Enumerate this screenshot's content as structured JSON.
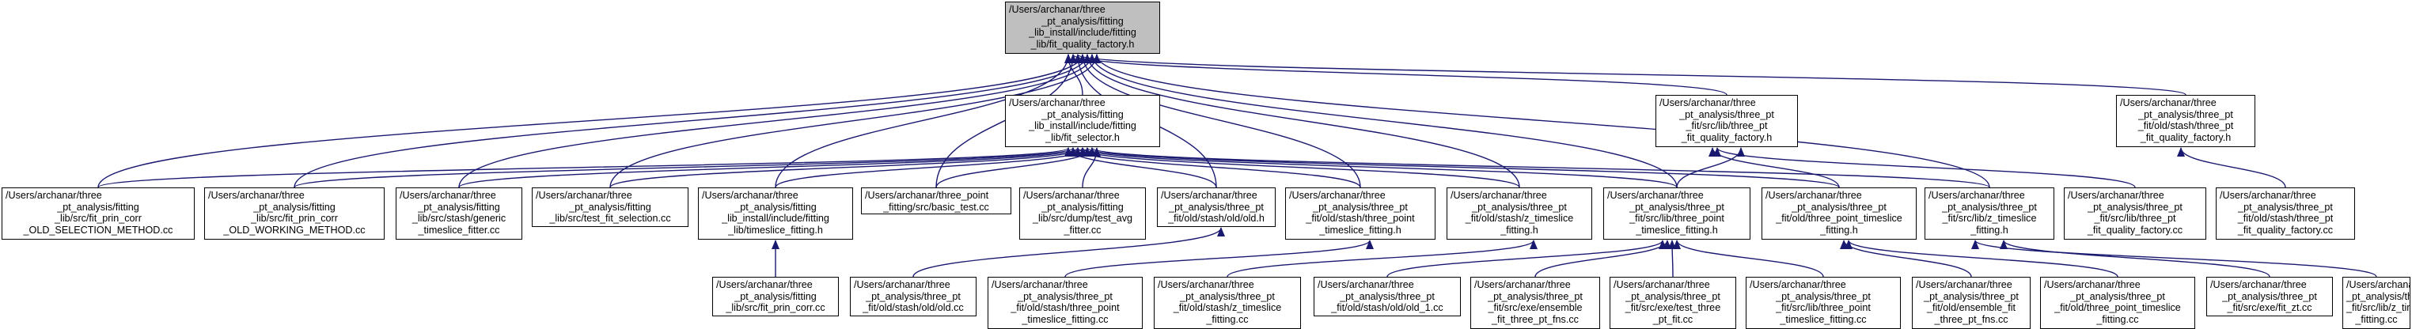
{
  "colors": {
    "edge": "#191970",
    "root_fill": "#bfbfbf",
    "node_fill": "#ffffff",
    "border": "#000000"
  },
  "nodes": [
    {
      "id": "root",
      "lines": [
        "/Users/archanar/three",
        "_pt_analysis/fitting",
        "_lib_install/include/fitting",
        "_lib/fit_quality_factory.h"
      ],
      "root": true
    },
    {
      "id": "selector_h",
      "lines": [
        "/Users/archanar/three",
        "_pt_analysis/fitting",
        "_lib_install/include/fitting",
        "_lib/fit_selector.h"
      ]
    },
    {
      "id": "tpf_fqf",
      "lines": [
        "/Users/archanar/three",
        "_pt_analysis/three_pt",
        "_fit/src/lib/three_pt",
        "_fit_quality_factory.h"
      ]
    },
    {
      "id": "old_tpf_fqf",
      "lines": [
        "/Users/archanar/three",
        "_pt_analysis/three_pt",
        "_fit/old/stash/three_pt",
        "_fit_quality_factory.h"
      ]
    },
    {
      "id": "old_sel",
      "lines": [
        "/Users/archanar/three",
        "_pt_analysis/fitting",
        "_lib/src/fit_prin_corr",
        "_OLD_SELECTION_METHOD.cc"
      ]
    },
    {
      "id": "old_work",
      "lines": [
        "/Users/archanar/three",
        "_pt_analysis/fitting",
        "_lib/src/fit_prin_corr",
        "_OLD_WORKING_METHOD.cc"
      ]
    },
    {
      "id": "generic",
      "lines": [
        "/Users/archanar/three",
        "_pt_analysis/fitting",
        "_lib/src/stash/generic",
        "_timeslice_fitter.cc"
      ]
    },
    {
      "id": "test_sel",
      "lines": [
        "/Users/archanar/three",
        "_pt_analysis/fitting",
        "_lib/src/test_fit_selection.cc"
      ]
    },
    {
      "id": "ts_fit_h",
      "lines": [
        "/Users/archanar/three",
        "_pt_analysis/fitting",
        "_lib_install/include/fitting",
        "_lib/timeslice_fitting.h"
      ]
    },
    {
      "id": "basic",
      "lines": [
        "/Users/archanar/three_point",
        "_fitting/src/basic_test.cc"
      ]
    },
    {
      "id": "dump",
      "lines": [
        "/Users/archanar/three",
        "_pt_analysis/fitting",
        "_lib/src/dump/test_avg",
        "_fitter.cc"
      ]
    },
    {
      "id": "old_h",
      "lines": [
        "/Users/archanar/three",
        "_pt_analysis/three_pt",
        "_fit/old/stash/old/old.h"
      ]
    },
    {
      "id": "stash_tp_ts",
      "lines": [
        "/Users/archanar/three",
        "_pt_analysis/three_pt",
        "_fit/old/stash/three_point",
        "_timeslice_fitting.h"
      ]
    },
    {
      "id": "stash_z_ts",
      "lines": [
        "/Users/archanar/three",
        "_pt_analysis/three_pt",
        "_fit/old/stash/z_timeslice",
        "_fitting.h"
      ]
    },
    {
      "id": "src_tp_ts",
      "lines": [
        "/Users/archanar/three",
        "_pt_analysis/three_pt",
        "_fit/src/lib/three_point",
        "_timeslice_fitting.h"
      ]
    },
    {
      "id": "old_tp_ts",
      "lines": [
        "/Users/archanar/three",
        "_pt_analysis/three_pt",
        "_fit/old/three_point_timeslice",
        "_fitting.h"
      ]
    },
    {
      "id": "z_ts_h",
      "lines": [
        "/Users/archanar/three",
        "_pt_analysis/three_pt",
        "_fit/src/lib/z_timeslice",
        "_fitting.h"
      ]
    },
    {
      "id": "fqf_cc",
      "lines": [
        "/Users/archanar/three",
        "_pt_analysis/three_pt",
        "_fit/src/lib/three_pt",
        "_fit_quality_factory.cc"
      ]
    },
    {
      "id": "old_fqf_cc",
      "lines": [
        "/Users/archanar/three",
        "_pt_analysis/three_pt",
        "_fit/old/stash/three_pt",
        "_fit_quality_factory.cc"
      ]
    },
    {
      "id": "prin_corr",
      "lines": [
        "/Users/archanar/three",
        "_pt_analysis/fitting",
        "_lib/src/fit_prin_corr.cc"
      ]
    },
    {
      "id": "old_cc",
      "lines": [
        "/Users/archanar/three",
        "_pt_analysis/three_pt",
        "_fit/old/stash/old/old.cc"
      ]
    },
    {
      "id": "stash_tp_cc",
      "lines": [
        "/Users/archanar/three",
        "_pt_analysis/three_pt",
        "_fit/old/stash/three_point",
        "_timeslice_fitting.cc"
      ]
    },
    {
      "id": "stash_z_cc",
      "lines": [
        "/Users/archanar/three",
        "_pt_analysis/three_pt",
        "_fit/old/stash/z_timeslice",
        "_fitting.cc"
      ]
    },
    {
      "id": "old1_cc",
      "lines": [
        "/Users/archanar/three",
        "_pt_analysis/three_pt",
        "_fit/old/stash/old/old_1.cc"
      ]
    },
    {
      "id": "ens_fns",
      "lines": [
        "/Users/archanar/three",
        "_pt_analysis/three_pt",
        "_fit/src/exe/ensemble",
        "_fit_three_pt_fns.cc"
      ]
    },
    {
      "id": "test_three",
      "lines": [
        "/Users/archanar/three",
        "_pt_analysis/three_pt",
        "_fit/src/exe/test_three",
        "_pt_fit.cc"
      ]
    },
    {
      "id": "src_tp_cc",
      "lines": [
        "/Users/archanar/three",
        "_pt_analysis/three_pt",
        "_fit/src/lib/three_point",
        "_timeslice_fitting.cc"
      ]
    },
    {
      "id": "old_ens",
      "lines": [
        "/Users/archanar/three",
        "_pt_analysis/three_pt",
        "_fit/old/ensemble_fit",
        "_three_pt_fns.cc"
      ]
    },
    {
      "id": "old_tp_cc",
      "lines": [
        "/Users/archanar/three",
        "_pt_analysis/three_pt",
        "_fit/old/three_point_timeslice",
        "_fitting.cc"
      ]
    },
    {
      "id": "fit_zt",
      "lines": [
        "/Users/archanar/three",
        "_pt_analysis/three_pt",
        "_fit/src/exe/fit_zt.cc"
      ]
    },
    {
      "id": "z_ts_cc",
      "lines": [
        "/Users/archanar/three",
        "_pt_analysis/three_pt",
        "_fit/src/lib/z_timeslice",
        "_fitting.cc"
      ]
    }
  ],
  "edges": [
    [
      "selector_h",
      "root"
    ],
    [
      "tpf_fqf",
      "root"
    ],
    [
      "old_tpf_fqf",
      "root"
    ],
    [
      "old_sel",
      "root"
    ],
    [
      "old_work",
      "root"
    ],
    [
      "generic",
      "root"
    ],
    [
      "test_sel",
      "root"
    ],
    [
      "ts_fit_h",
      "root"
    ],
    [
      "basic",
      "root"
    ],
    [
      "old_h",
      "root"
    ],
    [
      "stash_tp_ts",
      "root"
    ],
    [
      "stash_z_ts",
      "root"
    ],
    [
      "src_tp_ts",
      "root"
    ],
    [
      "z_ts_h",
      "root"
    ],
    [
      "old_sel",
      "selector_h"
    ],
    [
      "old_work",
      "selector_h"
    ],
    [
      "generic",
      "selector_h"
    ],
    [
      "test_sel",
      "selector_h"
    ],
    [
      "ts_fit_h",
      "selector_h"
    ],
    [
      "basic",
      "selector_h"
    ],
    [
      "dump",
      "selector_h"
    ],
    [
      "old_h",
      "selector_h"
    ],
    [
      "stash_tp_ts",
      "selector_h"
    ],
    [
      "stash_z_ts",
      "selector_h"
    ],
    [
      "src_tp_ts",
      "selector_h"
    ],
    [
      "old_tp_ts",
      "selector_h"
    ],
    [
      "z_ts_h",
      "selector_h"
    ],
    [
      "src_tp_ts",
      "tpf_fqf"
    ],
    [
      "old_tp_ts",
      "tpf_fqf"
    ],
    [
      "fqf_cc",
      "tpf_fqf"
    ],
    [
      "old_fqf_cc",
      "old_tpf_fqf"
    ],
    [
      "prin_corr",
      "ts_fit_h"
    ],
    [
      "old_cc",
      "old_h"
    ],
    [
      "stash_tp_cc",
      "stash_tp_ts"
    ],
    [
      "stash_z_cc",
      "stash_z_ts"
    ],
    [
      "old1_cc",
      "src_tp_ts"
    ],
    [
      "ens_fns",
      "src_tp_ts"
    ],
    [
      "test_three",
      "src_tp_ts"
    ],
    [
      "src_tp_cc",
      "src_tp_ts"
    ],
    [
      "old_ens",
      "old_tp_ts"
    ],
    [
      "old_tp_cc",
      "old_tp_ts"
    ],
    [
      "fit_zt",
      "z_ts_h"
    ],
    [
      "z_ts_cc",
      "z_ts_h"
    ]
  ]
}
